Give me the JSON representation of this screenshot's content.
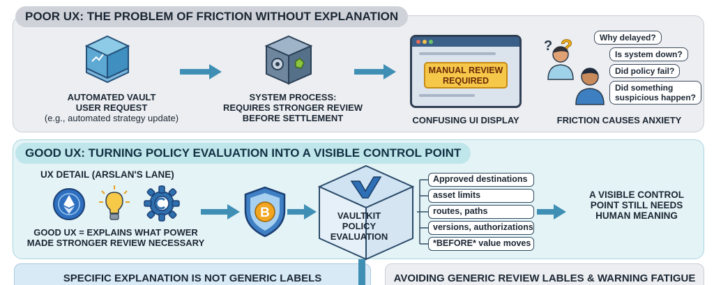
{
  "poor": {
    "title": "POOR UX: THE PROBLEM OF FRICTION WITHOUT EXPLANATION",
    "step1": {
      "line1": "AUTOMATED VAULT",
      "line2": "USER REQUEST",
      "line3": "(e.g., automated strategy update)"
    },
    "step2": {
      "line1": "SYSTEM PROCESS:",
      "line2": "REQUIRES STRONGER REVIEW",
      "line3": "BEFORE SETTLEMENT"
    },
    "step3": {
      "screen_line1": "MANUAL REVIEW",
      "screen_line2": "REQUIRED",
      "caption": "CONFUSING UI DISPLAY"
    },
    "step4": {
      "questions": [
        "Why delayed?",
        "Is system down?",
        "Did policy fail?",
        "Did something",
        "suspicious happen?"
      ],
      "caption": "FRICTION CAUSES ANXIETY"
    }
  },
  "good": {
    "title": "GOOD UX: TURNING POLICY EVALUATION INTO A VISIBLE CONTROL POINT",
    "detail_title": "UX DETAIL (ARSLAN'S LANE)",
    "detail_line1": "GOOD UX = EXPLAINS WHAT POWER",
    "detail_line2": "MADE STRONGER REVIEW NECESSARY",
    "cube_line1": "VAULTKIT",
    "cube_line2": "POLICY",
    "cube_line3": "EVALUATION",
    "checks": [
      "Approved destinations",
      "asset limits",
      "routes, paths",
      "versions, authorizations",
      "*BEFORE* value moves"
    ],
    "outcome_line1": "A VISIBLE CONTROL",
    "outcome_line2": "POINT STILL NEEDS",
    "outcome_line3": "HUMAN MEANING"
  },
  "bottom": {
    "left": "SPECIFIC EXPLANATION IS NOT GENERIC LABELS",
    "right": "AVOIDING GENERIC REVIEW LABLES & WARNING FATIGUE"
  },
  "colors": {
    "arrow": "#3f8fb5",
    "warning": "#f6c84a",
    "accent_blue": "#2f6fb0"
  }
}
